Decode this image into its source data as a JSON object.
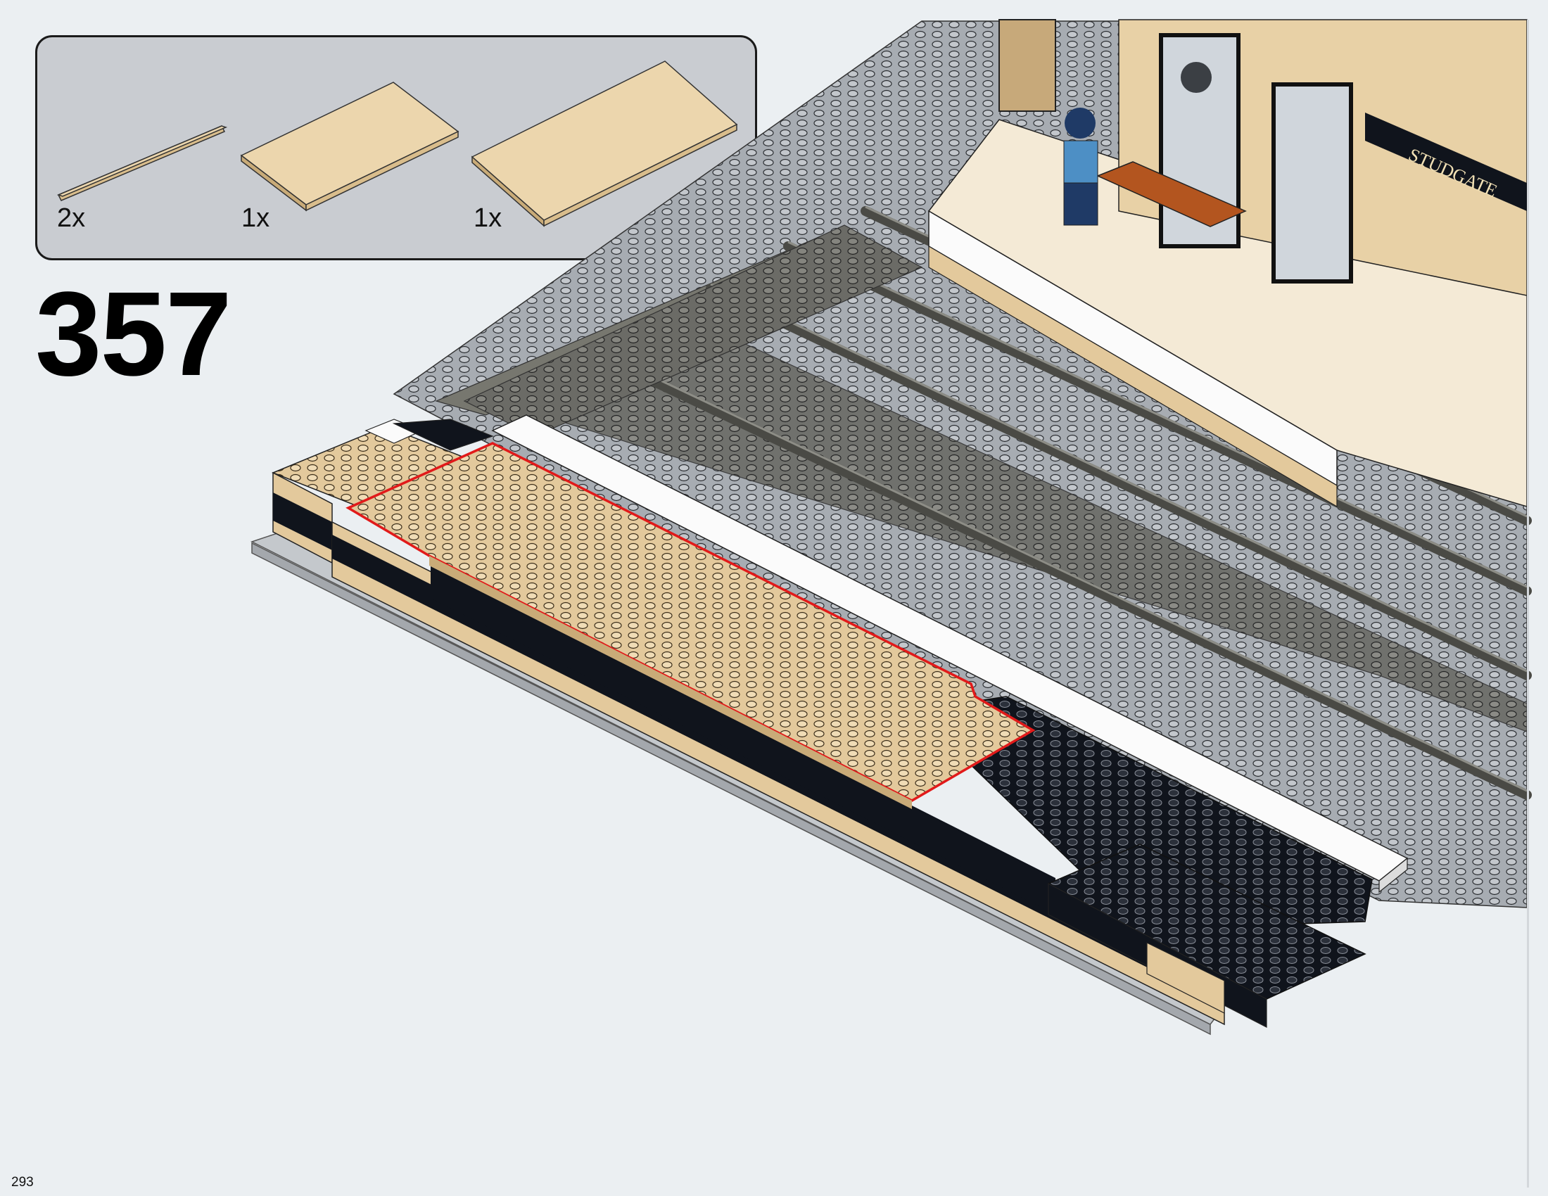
{
  "parts_list": {
    "items": [
      {
        "part": "tan plate 1x8",
        "quantity": "2x"
      },
      {
        "part": "tan plate 6x10",
        "quantity": "1x"
      },
      {
        "part": "tan plate 6x12",
        "quantity": "1x"
      }
    ]
  },
  "step": {
    "number": "357"
  },
  "sign": {
    "text": "STUDGATE"
  },
  "page": {
    "number": "293"
  },
  "colors": {
    "tan": "#e3c99c",
    "black": "#10141c",
    "dark_gray": "#6b6b66",
    "light_gray": "#a7acb2",
    "highlight": "#e11a1a",
    "background": "#ebeff2"
  }
}
